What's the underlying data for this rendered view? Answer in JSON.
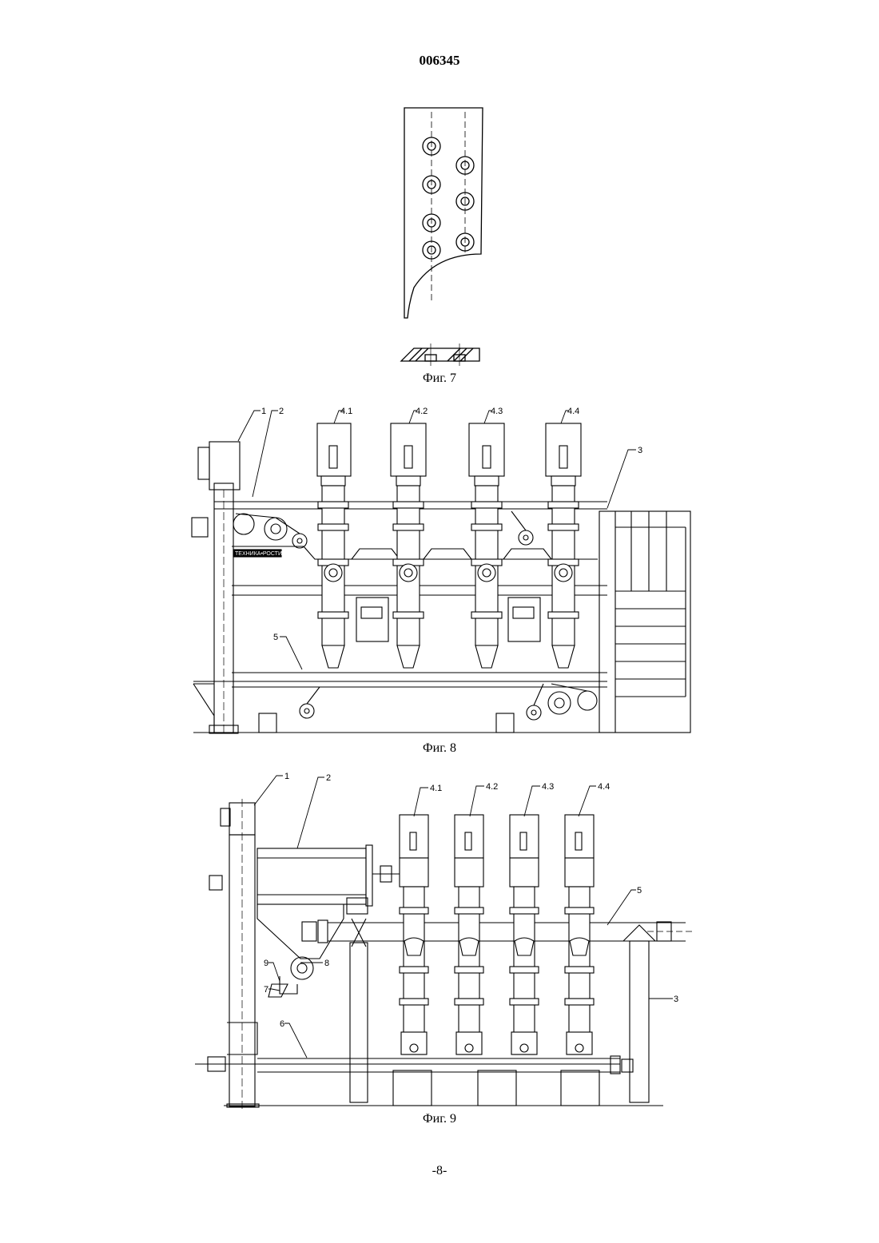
{
  "header": {
    "patent_number": "006345"
  },
  "figures": {
    "fig7": {
      "caption": "Фиг. 7"
    },
    "fig8": {
      "caption": "Фиг. 8",
      "labels": {
        "l1": "1",
        "l2": "2",
        "l3": "3",
        "l5": "5",
        "c1": "4.1",
        "c2": "4.2",
        "c3": "4.3",
        "c4": "4.4"
      },
      "plate_text": "ТЕХНИКА•РОСТИ"
    },
    "fig9": {
      "caption": "Фиг. 9",
      "labels": {
        "l1": "1",
        "l2": "2",
        "l3": "3",
        "l5": "5",
        "l6": "6",
        "l7": "7",
        "l8": "8",
        "l9": "9",
        "c1": "4.1",
        "c2": "4.2",
        "c3": "4.3",
        "c4": "4.4"
      }
    }
  },
  "footer": {
    "page_number": "-8-"
  }
}
